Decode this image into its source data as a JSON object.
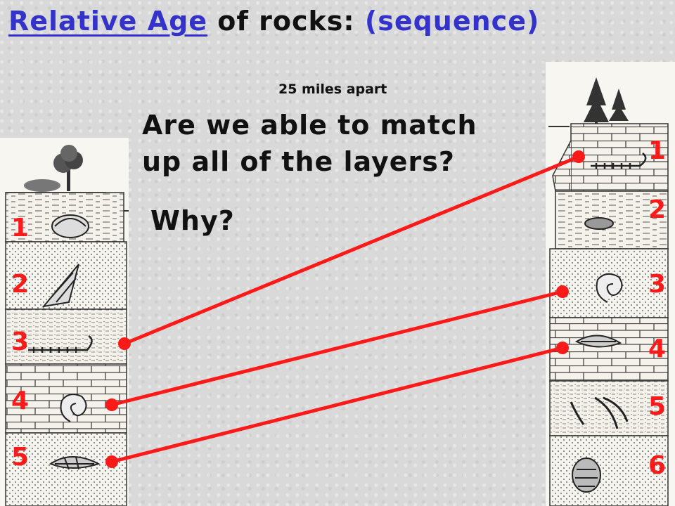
{
  "slide": {
    "title_part1": "Relative Age",
    "title_part2": "of rocks:",
    "title_part3": "(sequence)",
    "distance_label": "25 miles apart",
    "question_line1": "Are we able to match",
    "question_line2": "up all of the layers?",
    "why": "Why?"
  },
  "left_column": {
    "layer_numbers": [
      "1",
      "2",
      "3",
      "4",
      "5"
    ]
  },
  "right_column": {
    "layer_numbers": [
      "1",
      "2",
      "3",
      "4",
      "5",
      "6"
    ]
  },
  "correlations": [
    {
      "from_left": "3",
      "to_right": "1"
    },
    {
      "from_left": "4",
      "to_right": "3"
    },
    {
      "from_left": "5",
      "to_right": "4"
    }
  ],
  "colors": {
    "title_blue": "#3333cc",
    "marker_red": "#ff1a1a",
    "text": "#111111"
  }
}
